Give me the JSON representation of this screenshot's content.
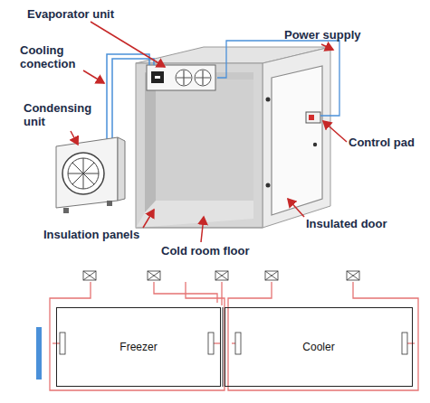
{
  "diagram": {
    "nodes": [
      {
        "text": [
          "Freezer"
        ]
      },
      {
        "text": [
          "Cooler"
        ]
      }
    ],
    "labels": [
      "Evaporator unit",
      "Power supply",
      "Cooling conection",
      "Condensing unit",
      "Control pad",
      "Insulated door",
      "Insulation panels",
      "Cold room floor"
    ]
  }
}
